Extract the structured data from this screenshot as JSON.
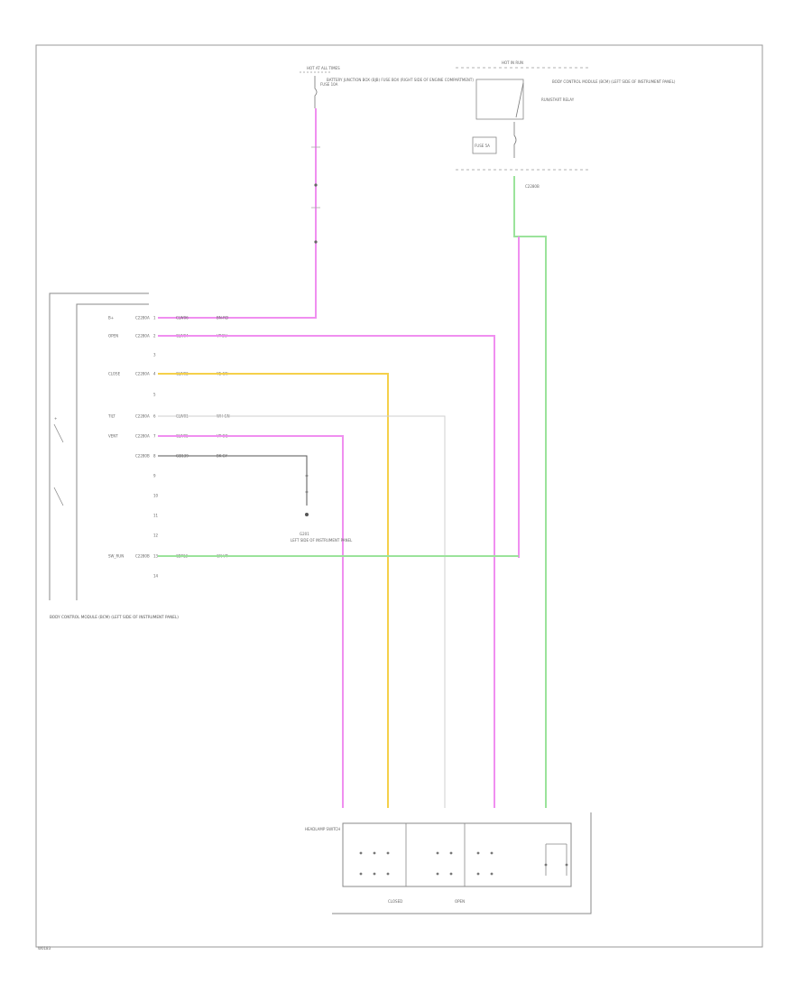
{
  "diagram": {
    "labels": {
      "top_fuse_box": "HOT AT ALL TIMES",
      "top_fuse_name": "FUSE 10A",
      "top_fuse_desc": "BATTERY JUNCTION BOX (BJB) FUSE BOX (RIGHT SIDE OF ENGINE COMPARTMENT)",
      "right_box_title": "HOT IN RUN",
      "right_box_desc": "BODY CONTROL MODULE (BCM) (LEFT SIDE OF INSTRUMENT PANEL)",
      "right_relay_desc": "RUN/START RELAY",
      "right_fuse_name": "FUSE 5A",
      "right_ref": "C2280B",
      "module_name": "BODY CONTROL MODULE (BCM) (LEFT SIDE OF INSTRUMENT PANEL)",
      "switch_name": "HEADLAMP SWITCH",
      "switch_sub_left": "CLOSED",
      "switch_sub_right": "OPEN",
      "ground_name": "G201",
      "ground_desc": "LEFT SIDE OF INSTRUMENT PANEL",
      "footer": "W0183"
    },
    "pins": [
      {
        "label": "B+",
        "pin": "C2280A",
        "wire": "CLW06",
        "color": "BN-RD"
      },
      {
        "label": "OPEN",
        "pin": "C2280A",
        "wire": "CLW04",
        "color": "VT-BU"
      },
      {
        "label": "",
        "pin": "",
        "wire": "",
        "color": ""
      },
      {
        "label": "CLOSE",
        "pin": "C2280A",
        "wire": "CLW02",
        "color": "YE-GN"
      },
      {
        "label": "",
        "pin": "",
        "wire": "",
        "color": ""
      },
      {
        "label": "TILT",
        "pin": "C2280A",
        "wire": "CLW01",
        "color": "WH-GN"
      },
      {
        "label": "VENT",
        "pin": "C2280A",
        "wire": "CLW05",
        "color": "VT-OG"
      },
      {
        "label": "",
        "pin": "C2280B",
        "wire": "GD139",
        "color": "BK-GY"
      },
      {
        "label": "",
        "pin": "",
        "wire": "",
        "color": ""
      },
      {
        "label": "",
        "pin": "",
        "wire": "",
        "color": ""
      },
      {
        "label": "",
        "pin": "",
        "wire": "",
        "color": ""
      },
      {
        "label": "",
        "pin": "",
        "wire": "",
        "color": ""
      },
      {
        "label": "SW_RUN",
        "pin": "C2280B",
        "wire": "CBP13",
        "color": "GN-VT"
      },
      {
        "label": "",
        "pin": "",
        "wire": "",
        "color": ""
      }
    ],
    "colors": {
      "pink": "#f08ff0",
      "yellow": "#f5d04a",
      "green": "#9be39b",
      "gray": "#cfcfcf",
      "black": "#555555"
    }
  }
}
